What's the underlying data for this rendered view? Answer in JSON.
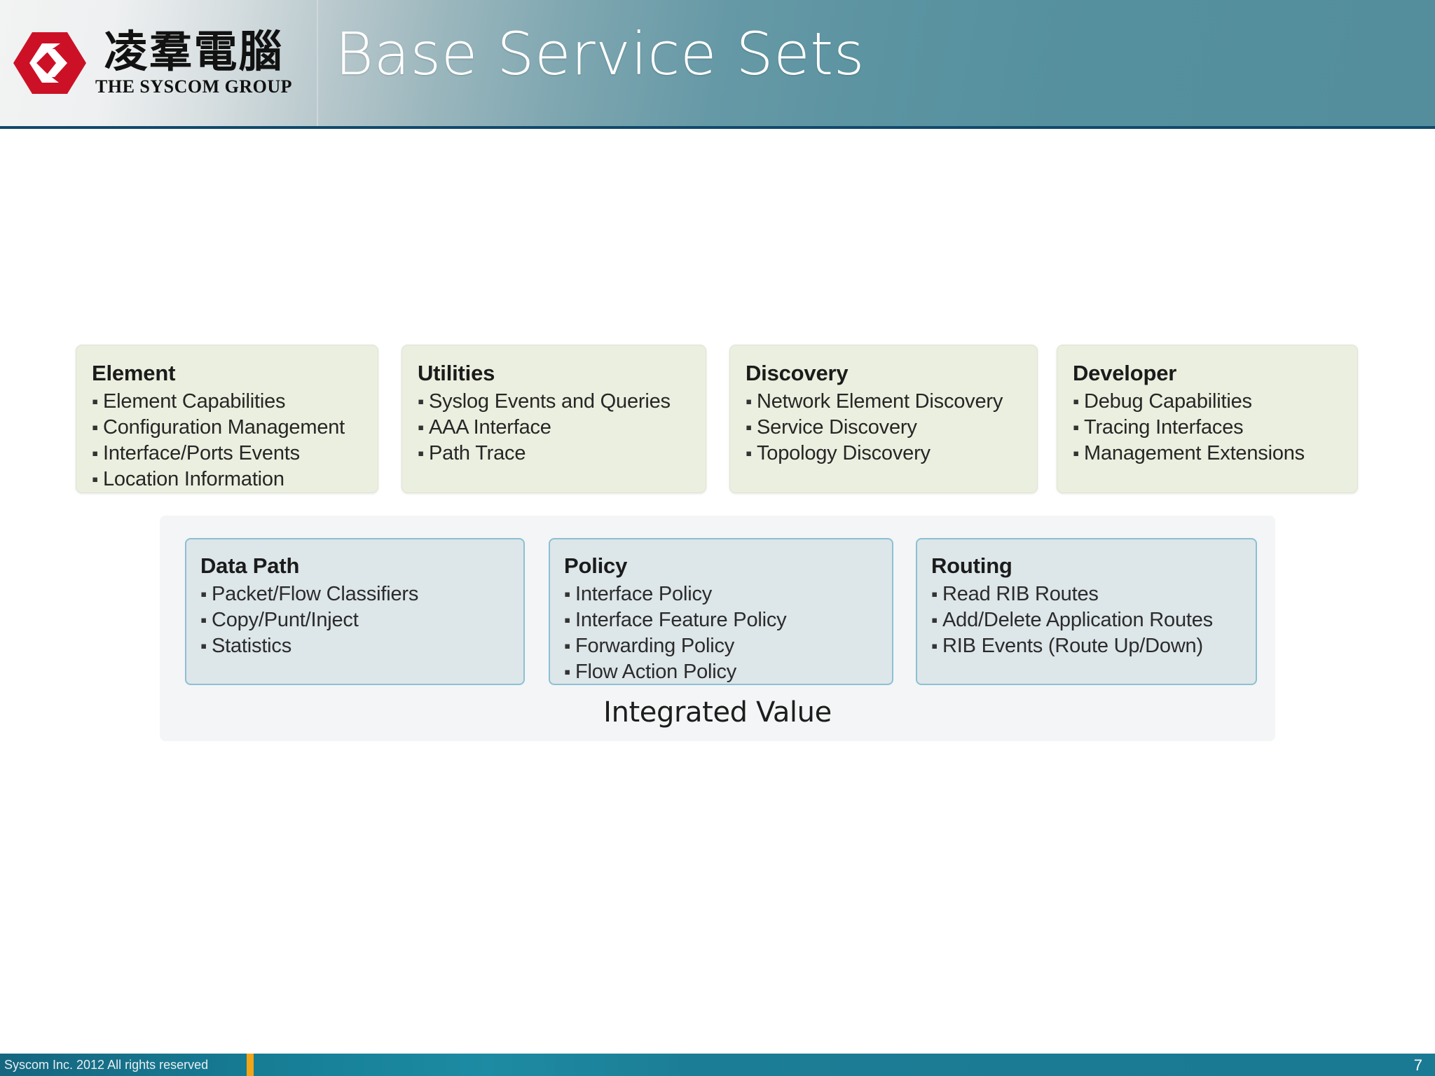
{
  "header": {
    "title": "Base Service Sets",
    "logo": {
      "icon": "syscom-hexagon-s-logo",
      "chinese_name": "凌羣電腦",
      "english_name": "THE SYSCOM GROUP",
      "color": "#cc1127"
    },
    "background_color": "#548e9d",
    "rule_color": "#10496b"
  },
  "top_cards": [
    {
      "title": "Element",
      "items": [
        "Element Capabilities",
        "Configuration Management",
        "Interface/Ports Events",
        "Location Information"
      ]
    },
    {
      "title": "Utilities",
      "items": [
        "Syslog Events and Queries",
        "AAA Interface",
        "Path Trace"
      ]
    },
    {
      "title": "Discovery",
      "items": [
        "Network Element Discovery",
        "Service Discovery",
        "Topology Discovery"
      ]
    },
    {
      "title": "Developer",
      "items": [
        "Debug Capabilities",
        "Tracing Interfaces",
        "Management Extensions"
      ]
    }
  ],
  "panel": {
    "caption": "Integrated Value",
    "background_color": "#f4f5f6",
    "cards": [
      {
        "title": "Data Path",
        "items": [
          "Packet/Flow Classifiers",
          "Copy/Punt/Inject",
          "Statistics"
        ]
      },
      {
        "title": "Policy",
        "items": [
          "Interface Policy",
          "Interface Feature Policy",
          "Forwarding Policy",
          "Flow Action Policy"
        ]
      },
      {
        "title": "Routing",
        "items": [
          "Read RIB Routes",
          "Add/Delete Application Routes",
          "RIB Events (Route Up/Down)"
        ]
      }
    ],
    "card_fill": "#dde6e9",
    "card_border": "#8cc0d4"
  },
  "card_colors": {
    "green_fill": "#ebefdf",
    "green_border": "#dfe4d2"
  },
  "footer": {
    "copyright": "Syscom Inc. 2012 All rights reserved",
    "page_number": "7",
    "accent_color": "#f2a617",
    "background_color": "#1b7b94"
  },
  "bullet_glyph": "▪"
}
